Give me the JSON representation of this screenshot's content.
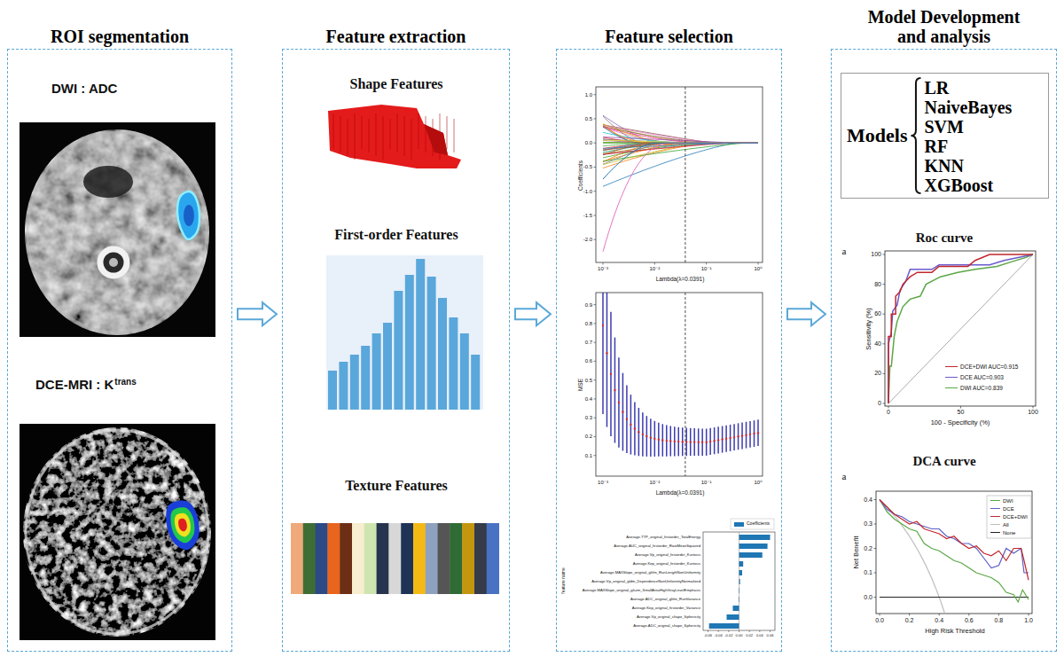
{
  "diagram": {
    "nodes": [
      {
        "text": [
          "ROI segmentation"
        ]
      },
      {
        "text": [
          "Feature extraction"
        ]
      },
      {
        "text": [
          "Feature selection"
        ]
      },
      {
        "text": [
          "Model Development and analysis"
        ]
      },
      {
        "text": [
          "Models",
          "LR",
          "NaiveBayes",
          "SVM",
          "RF",
          "KNN",
          "XGBoost"
        ],
        "in": 3
      }
    ],
    "edges": [
      {
        "from": 0,
        "to": 1,
        "arrow": "to"
      },
      {
        "from": 1,
        "to": 2,
        "arrow": "to"
      },
      {
        "from": 2,
        "to": 3,
        "arrow": "to"
      }
    ],
    "labels": [
      "DWI : ADC",
      "DCE-MRI : K",
      "trans",
      "Shape Features",
      "First-order Features",
      "Texture Features",
      "1.0",
      "0.5",
      "0.0",
      "-0.5",
      "-1.0",
      "-1.5",
      "-2.0",
      "Coefficients",
      "10⁻³",
      "10⁻²",
      "10⁻¹",
      "10⁰",
      "Lambda(λ=0.0391)",
      "0.9",
      "0.8",
      "0.7",
      "0.6",
      "0.5",
      "0.4",
      "0.3",
      "0.2",
      "0.1",
      "MSE",
      "10⁻³",
      "10⁻²",
      "10⁻¹",
      "10⁰",
      "Lambda(λ=0.0391)",
      "Average.TTP_original_firstorder_TotalEnergy",
      "Average.AUC_original_firstorder_RootMeanSquared",
      "Average.Vp_original_firstorder_Kurtosis",
      "Average.Kep_original_firstorder_Kurtosis",
      "Average.MAXSlope_original_glrlm_RunLengthNonUniformity",
      "Average.Vp_original_gldm_DependenceNonUniformityNormalized",
      "Average.MAXSlope_original_glszm_SmallAreaHighGrayLevelEmphasis",
      "Average.ADC_original_glrlm_RunVariance",
      "Average.Kep_original_firstorder_Variance",
      "Average.Vp_original_shape_Sphericity",
      "Average.ADC_original_shape_Sphericity",
      "feature name",
      "-0.06",
      "-0.04",
      "-0.02",
      "0.00",
      "0.02",
      "0.04",
      "0.06",
      "Roc curve",
      "a",
      "0",
      "20",
      "40",
      "60",
      "80",
      "100",
      "0",
      "50",
      "100",
      "Sensitivity (%)",
      "100 - Specificity (%)",
      "DCA curve",
      "a",
      "0.0",
      "0.1",
      "0.2",
      "0.3",
      "0.4",
      "0.0",
      "0.2",
      "0.4",
      "0.6",
      "0.8",
      "1.0",
      "Net Benefit",
      "High Risk Threshold"
    ],
    "legend": [
      {
        "text": "Coefficients",
        "color": "#1f77b4"
      },
      {
        "text": "DCE+DWI AUC=0.915"
      },
      {
        "text": "DCE AUC=0.903"
      },
      {
        "text": "DWI AUC=0.839"
      },
      {
        "text": "DWI"
      },
      {
        "text": "DCE"
      },
      {
        "text": "DCE+DWI"
      },
      {
        "text": "All"
      },
      {
        "text": "None"
      }
    ]
  }
}
